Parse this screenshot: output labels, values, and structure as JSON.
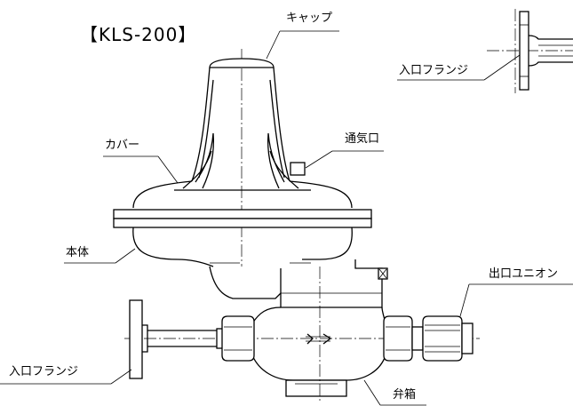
{
  "title": "【KLS-200】",
  "labels": {
    "cap": "キャップ",
    "cover": "カバー",
    "vent": "通気口",
    "body": "本体",
    "outlet_union": "出口ユニオン",
    "inlet_flange_left": "入口フランジ",
    "inlet_flange_detail": "入口フランジ",
    "valve_box": "弁箱"
  }
}
